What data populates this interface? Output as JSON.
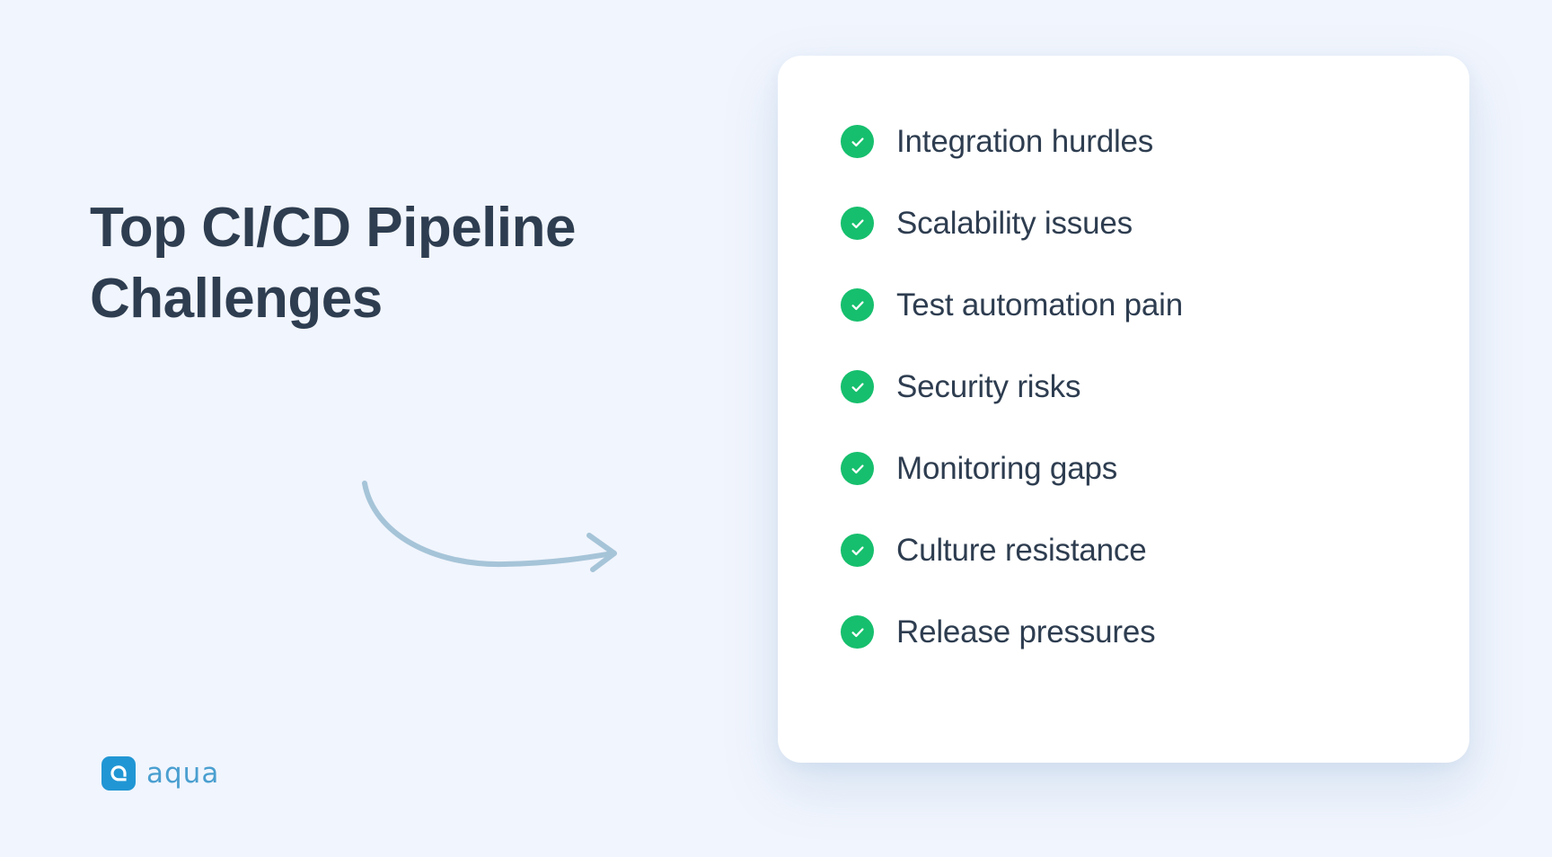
{
  "background_color": "#f1f5fd",
  "headline": {
    "text": "Top CI/CD Pipeline Challenges",
    "color": "#2e3d50"
  },
  "arrow": {
    "icon": "curved-arrow-icon",
    "color": "#a6c4d8"
  },
  "card": {
    "background_color": "#ffffff",
    "check_color": "#16bf6d",
    "item_text_color": "#2e3d50",
    "items": [
      {
        "label": "Integration hurdles",
        "icon": "check-circle-icon"
      },
      {
        "label": "Scalability issues",
        "icon": "check-circle-icon"
      },
      {
        "label": "Test automation pain",
        "icon": "check-circle-icon"
      },
      {
        "label": "Security risks",
        "icon": "check-circle-icon"
      },
      {
        "label": "Monitoring gaps",
        "icon": "check-circle-icon"
      },
      {
        "label": "Culture resistance",
        "icon": "check-circle-icon"
      },
      {
        "label": "Release pressures",
        "icon": "check-circle-icon"
      }
    ]
  },
  "logo": {
    "wordmark": "aqua",
    "mark_icon": "aqua-q-mark-icon",
    "mark_color": "#2196d4",
    "word_color": "#4a9fd0"
  }
}
